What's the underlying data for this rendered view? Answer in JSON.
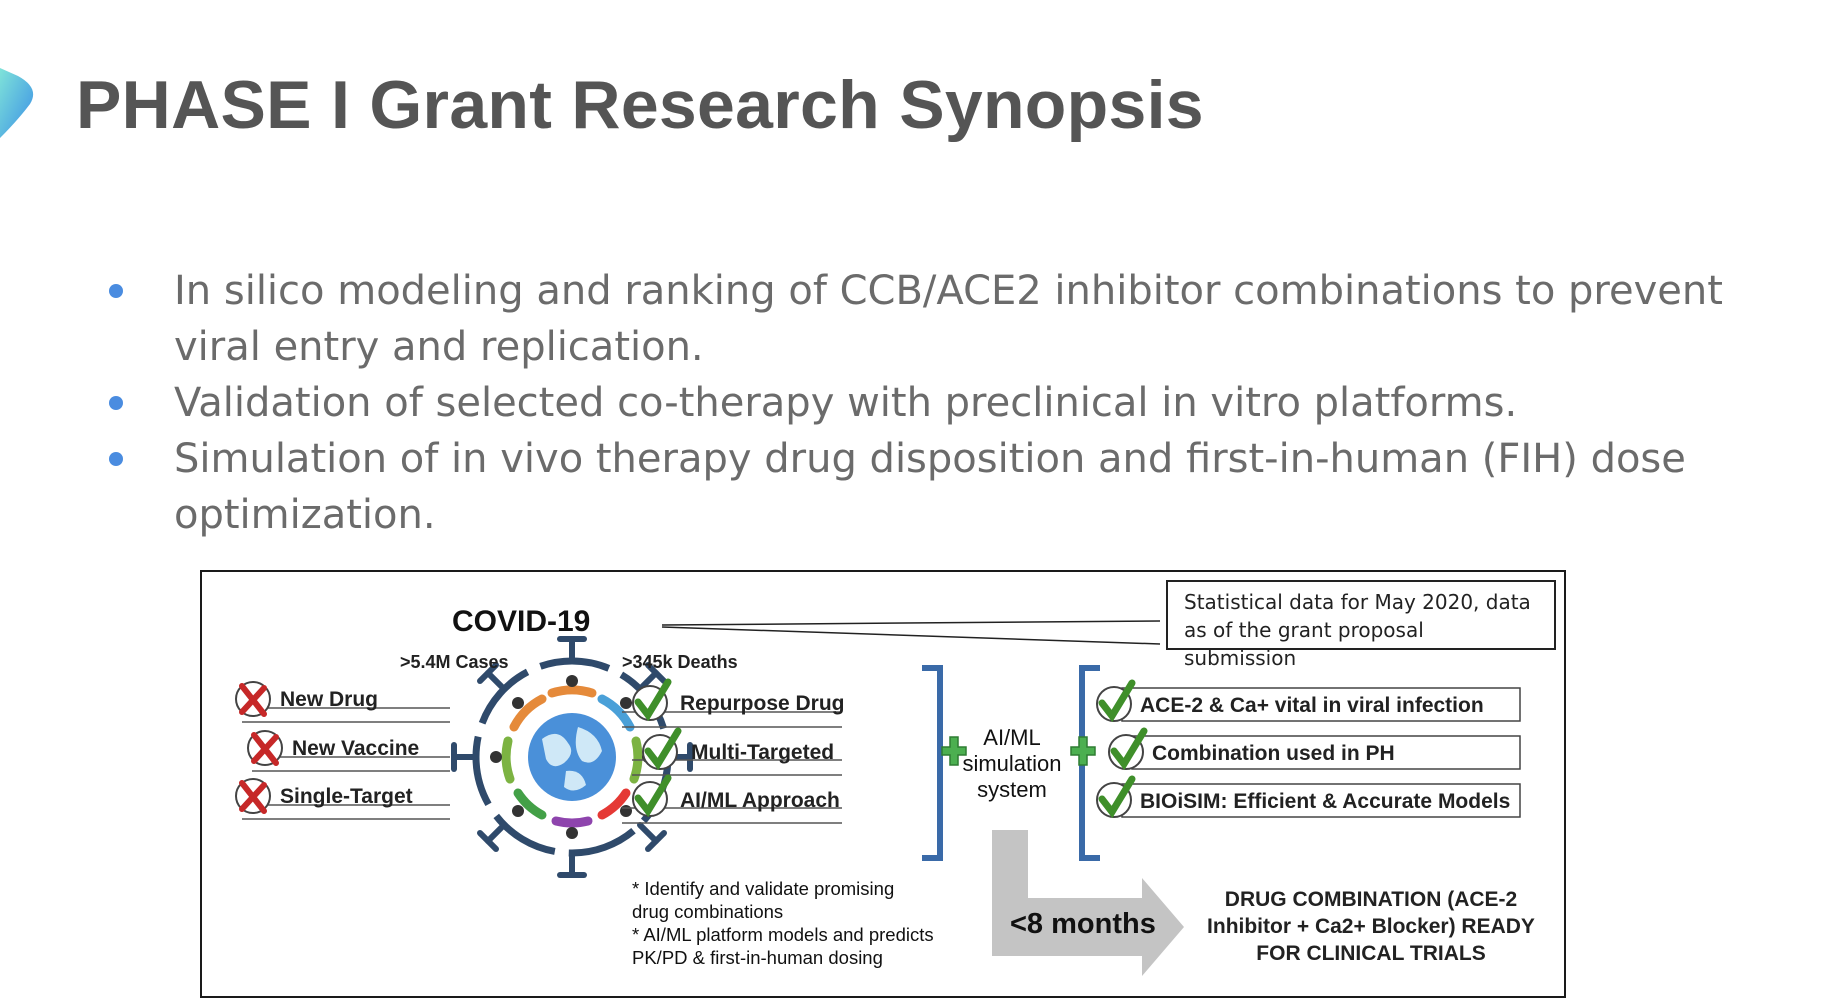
{
  "title": "PHASE I Grant Research Synopsis",
  "bullets": [
    "In silico modeling and ranking of CCB/ACE2 inhibitor combinations to prevent viral entry and replication.",
    "Validation of selected co-therapy with preclinical in vitro platforms.",
    "Simulation of in vivo therapy drug disposition and first-in-human (FIH) dose optimization."
  ],
  "figure": {
    "covid_title": "COVID-19",
    "cases": ">5.4M Cases",
    "deaths": ">345k Deaths",
    "note": "Statistical data for May 2020, data as of the grant proposal submission",
    "rejected": [
      "New Drug",
      "New Vaccine",
      "Single-Target"
    ],
    "approach": [
      "Repurpose Drug",
      "Multi-Targeted",
      "AI/ML Approach"
    ],
    "aiml": "AI/ML simulation system",
    "benefits": [
      "ACE-2 & Ca+ vital in viral infection",
      "Combination used in PH",
      "BIOiSIM: Efficient & Accurate Models"
    ],
    "notes_text": "* Identify and validate promising drug combinations * AI/ML platform models and predicts PK/PD & first-in-human dosing",
    "notes_line1": "* Identify and validate promising",
    "notes_line2": "drug combinations",
    "notes_line3": "* AI/ML platform models and predicts",
    "notes_line4": "PK/PD & first-in-human dosing",
    "timeline": "<8 months",
    "ready": "DRUG COMBINATION (ACE-2 Inhibitor + Ca2+ Blocker) READY FOR CLINICAL TRIALS"
  },
  "colors": {
    "title": "#555555",
    "bullet_dot": "#4a8ce0",
    "bullet_text": "#6b6b6b",
    "virus_ring": "#2f4a6b",
    "bracket": "#3a6aa8",
    "check_green": "#3f8f2a",
    "x_red": "#c62828",
    "plus_green": "#4caf50",
    "arrow_gray": "#c4c4c4"
  }
}
